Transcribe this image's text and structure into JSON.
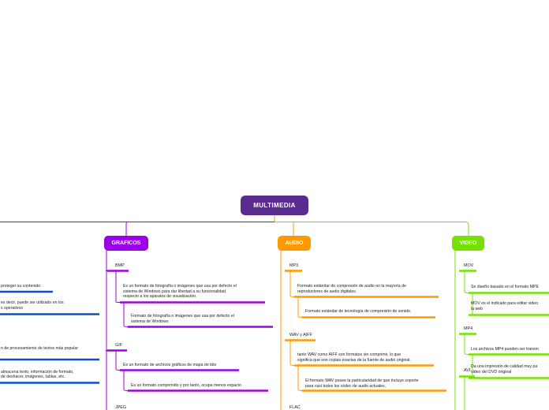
{
  "root": {
    "label": "MULTIMEDIA"
  },
  "branches": {
    "graficos": {
      "label": "GRAFICOS",
      "color": "#9b00e8"
    },
    "audio": {
      "label": "AUDIO",
      "color": "#ff9900"
    },
    "video": {
      "label": "VIDEO",
      "color": "#76e000"
    },
    "left": {
      "color": "#0a4fd0"
    }
  },
  "left_texts": [
    "proteger su contenido",
    "es decir, puede ser utilizado en los",
    "s operativos",
    "n de procesamiento de textos más popular",
    "almacena texto, información de formato,",
    "de deshacer, imágenes, tablas, etc."
  ],
  "graficos": {
    "bmp": {
      "label": "BMP",
      "desc1": [
        "Es un formato de fotografía o imágenes que usa por defecto el",
        "sistema de Windows para dar libertad a su funcionalidad",
        "respecto a los aparatos de visualización."
      ],
      "desc2": [
        "Formato de fotografía o imágenes que usa por defecto el",
        "sistema de Windows"
      ]
    },
    "gif": {
      "label": "GIF",
      "desc1": [
        "Es un formato de archivos gráficos de mapa de bits"
      ],
      "desc2": [
        "Es un formato comprimido y por tanto, ocupa menos espacio"
      ]
    },
    "jpeg": {
      "label": "JPEG"
    }
  },
  "audio": {
    "mp3": {
      "label": "MP3",
      "desc1": [
        "Formato estándar de compresión de audio en la mayoría de",
        "reproductores de audio digitales."
      ],
      "desc2": [
        "Formato estándar de tecnología de compresión de sonido."
      ]
    },
    "wav": {
      "label": "WAV y AIFF",
      "desc1": [
        "tanto WAV como AIFF son formatos sin comprimir, lo que",
        "significa que son copias exactas de la fuente de audio original."
      ],
      "desc2": [
        "El formato WAV posee la particularidad de que incluye soporte",
        "para casi todos los códec de audio actuales,"
      ]
    },
    "flac": {
      "label": "FLAC"
    }
  },
  "video": {
    "mov": {
      "label": "MOV",
      "desc1": [
        "Se diseño basado en el formato MPE"
      ],
      "desc2": [
        "MOV es el indicado para editar video",
        "la web"
      ]
    },
    "mp4": {
      "label": "MP4",
      "desc1": [
        "Los archivos MP4 pueden ser transm"
      ],
      "desc2": [
        "Da una impresión de calidad muy pa",
        "video del DVD original"
      ]
    },
    "avi": {
      "label": "AVI"
    }
  }
}
